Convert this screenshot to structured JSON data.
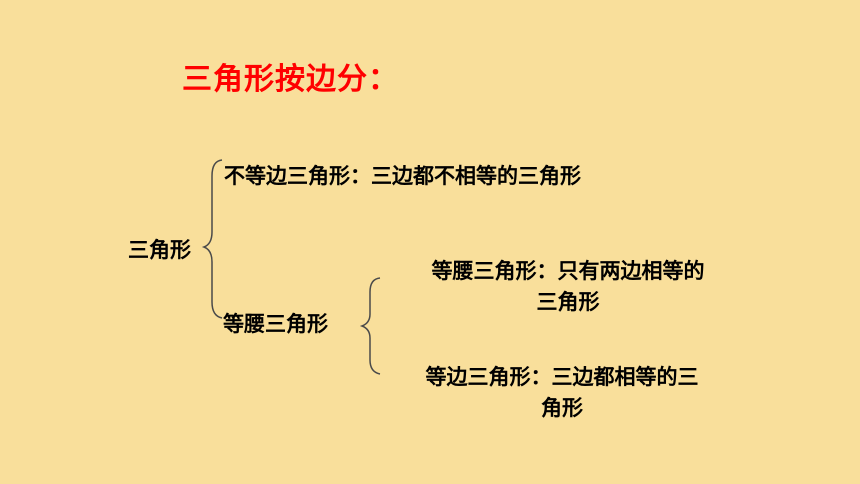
{
  "slide": {
    "title": "三角形按边分：",
    "root": "三角形",
    "branch_scalene": "不等边三角形：三边都不相等的三角形",
    "branch_isosceles": "等腰三角形",
    "sub_isosceles_line1": "等腰三角形：只有两边相等的",
    "sub_isosceles_line2": "三角形",
    "sub_equilateral_line1": "等边三角形：三边都相等的三",
    "sub_equilateral_line2": "角形"
  },
  "colors": {
    "background": "#f9df9b",
    "title": "#ff0000",
    "text": "#000000",
    "bracket": "#4a4a4a"
  }
}
